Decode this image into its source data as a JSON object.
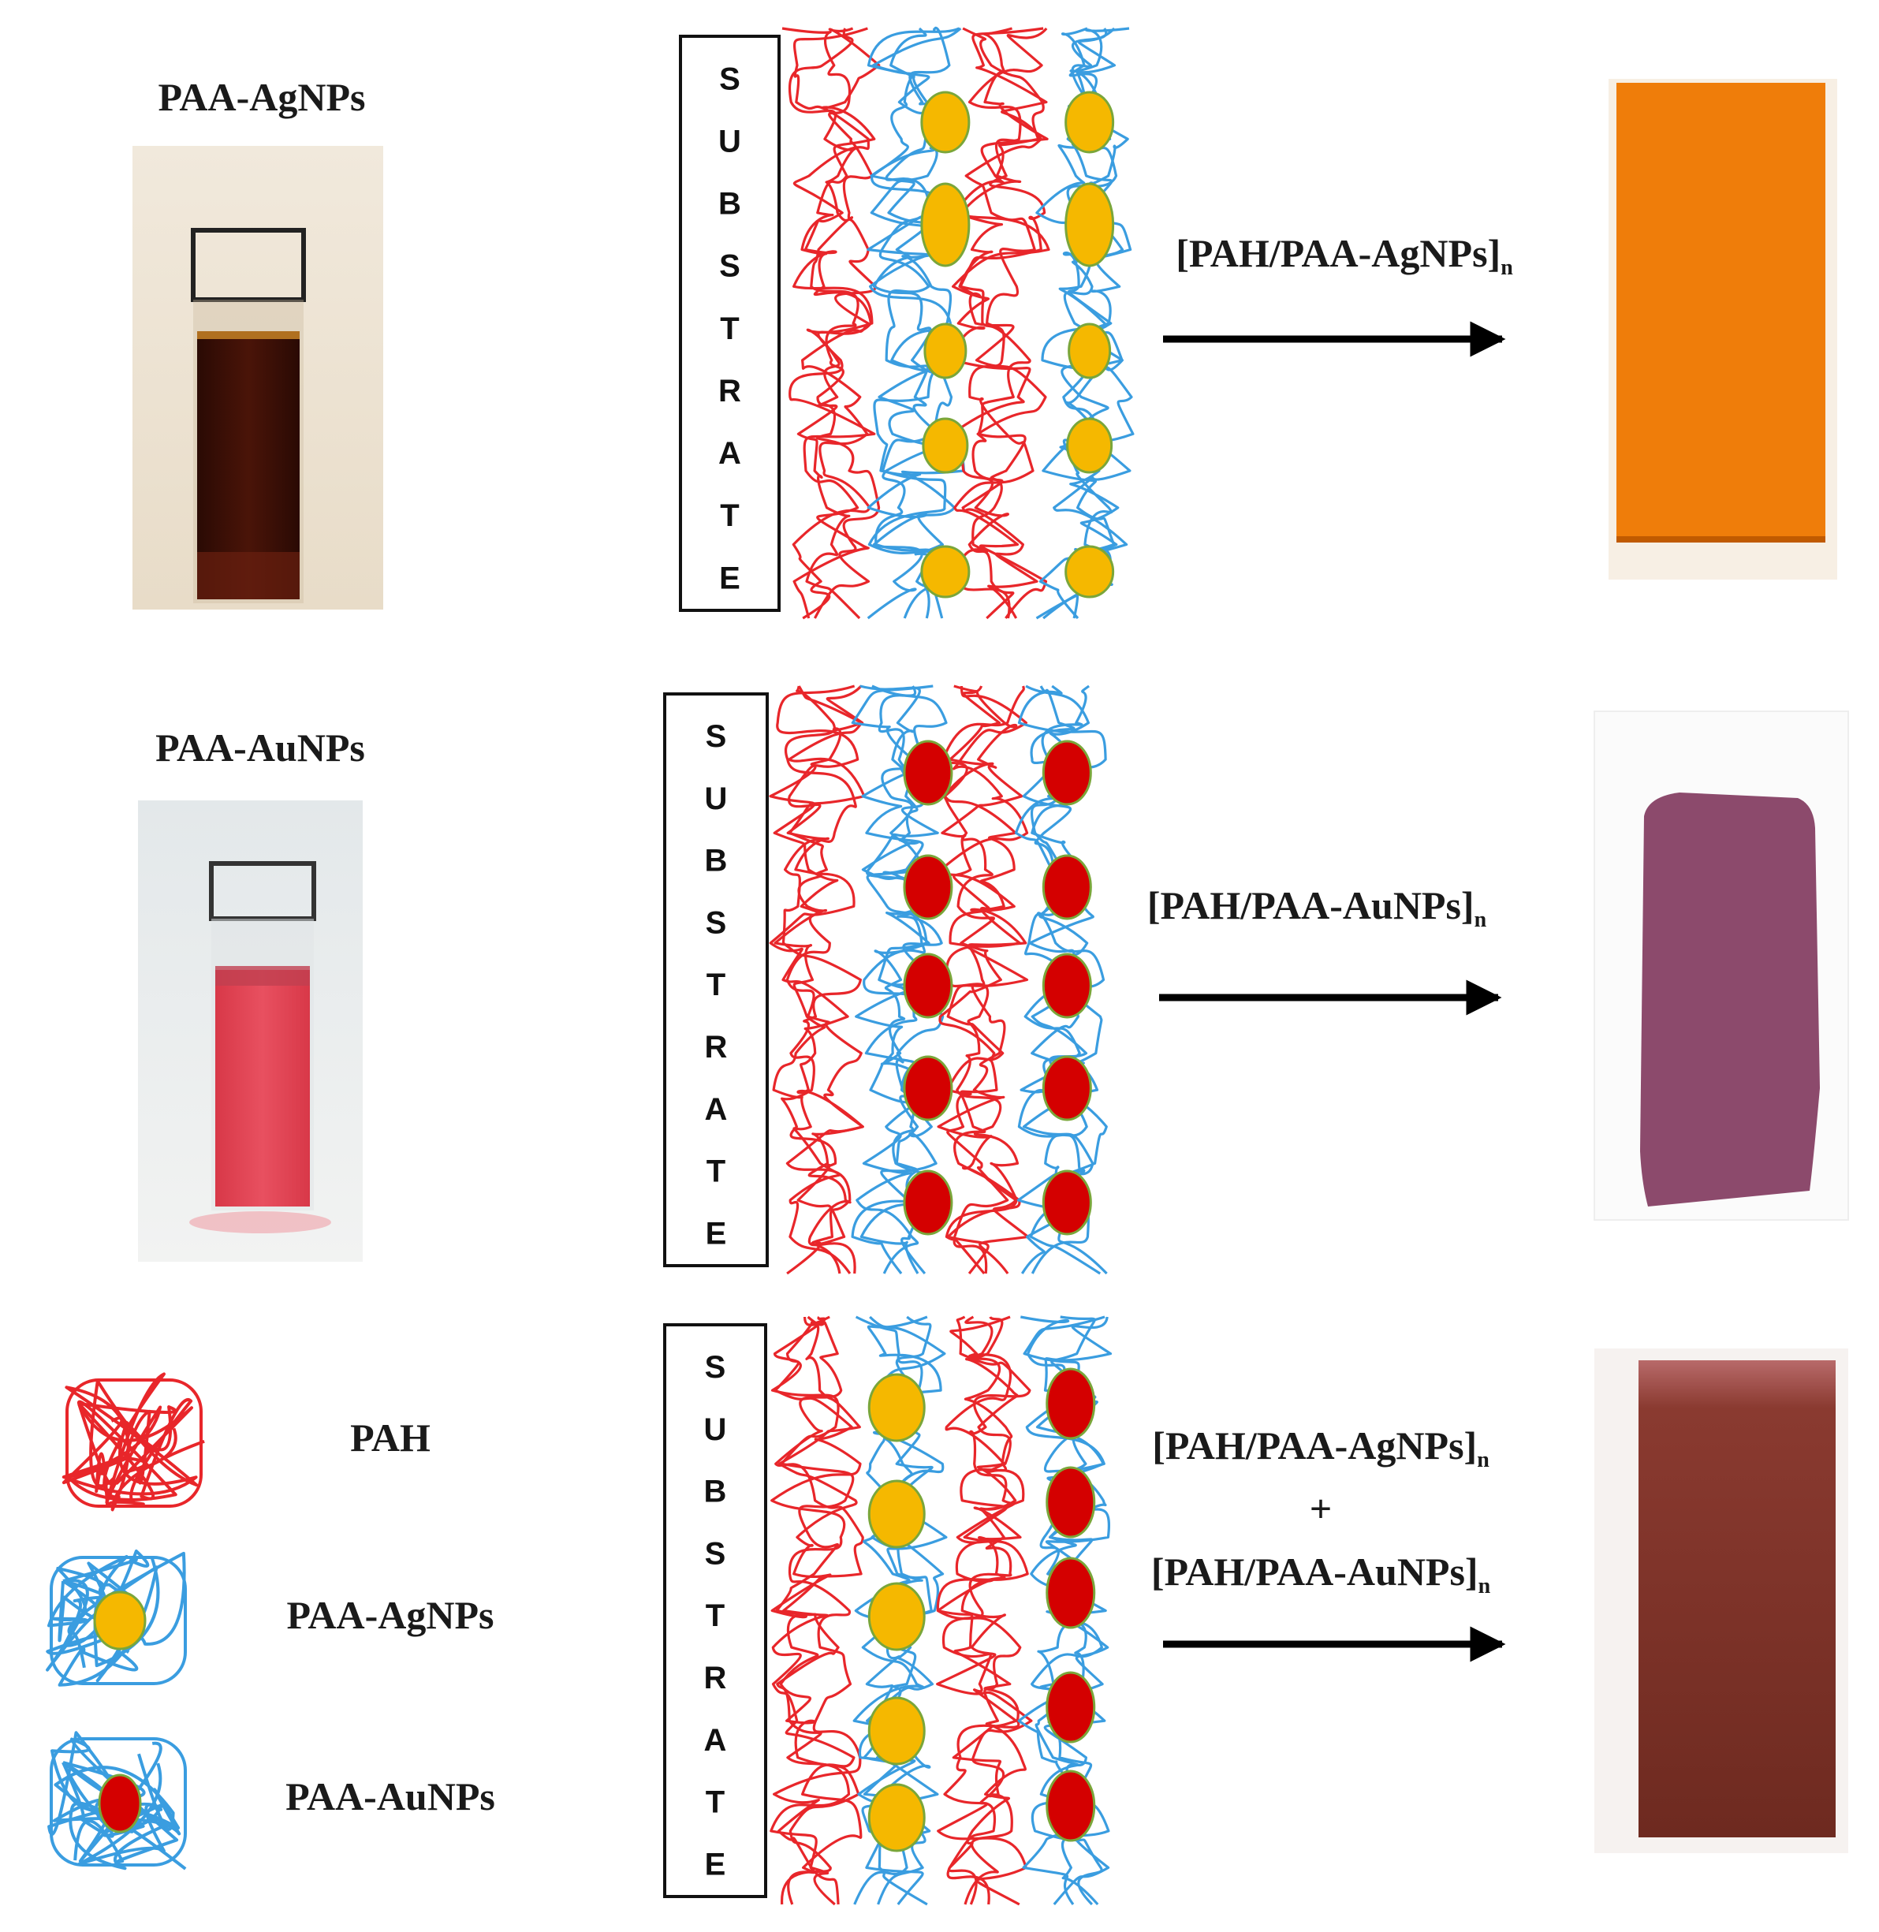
{
  "rows": [
    {
      "solution_title": "PAA-AgNPs",
      "substrate_letters": [
        "S",
        "U",
        "B",
        "S",
        "T",
        "R",
        "A",
        "T",
        "E"
      ],
      "process_lines": [
        "[PAH/PAA-AgNPs]"
      ],
      "subscript": "n",
      "film_color": "#ef7d0a"
    },
    {
      "solution_title": "PAA-AuNPs",
      "substrate_letters": [
        "S",
        "U",
        "B",
        "S",
        "T",
        "R",
        "A",
        "T",
        "E"
      ],
      "process_lines": [
        "[PAH/PAA-AuNPs]"
      ],
      "subscript": "n",
      "film_color": "#8c4a6c"
    },
    {
      "substrate_letters": [
        "S",
        "U",
        "B",
        "S",
        "T",
        "R",
        "A",
        "T",
        "E"
      ],
      "process_lines": [
        "[PAH/PAA-AgNPs]",
        "+",
        "[PAH/PAA-AuNPs]"
      ],
      "subscript": "n",
      "film_color": "#7c2e24"
    }
  ],
  "legend": [
    {
      "label": "PAH",
      "kind": "pah"
    },
    {
      "label": "PAA-AgNPs",
      "kind": "ag"
    },
    {
      "label": "PAA-AuNPs",
      "kind": "au"
    }
  ],
  "colors": {
    "pah": "#e8262a",
    "paa": "#3a9de0",
    "ag": "#f5b800",
    "au": "#d40000",
    "np_outline": "#7aa63a",
    "arrow": "#000000"
  }
}
